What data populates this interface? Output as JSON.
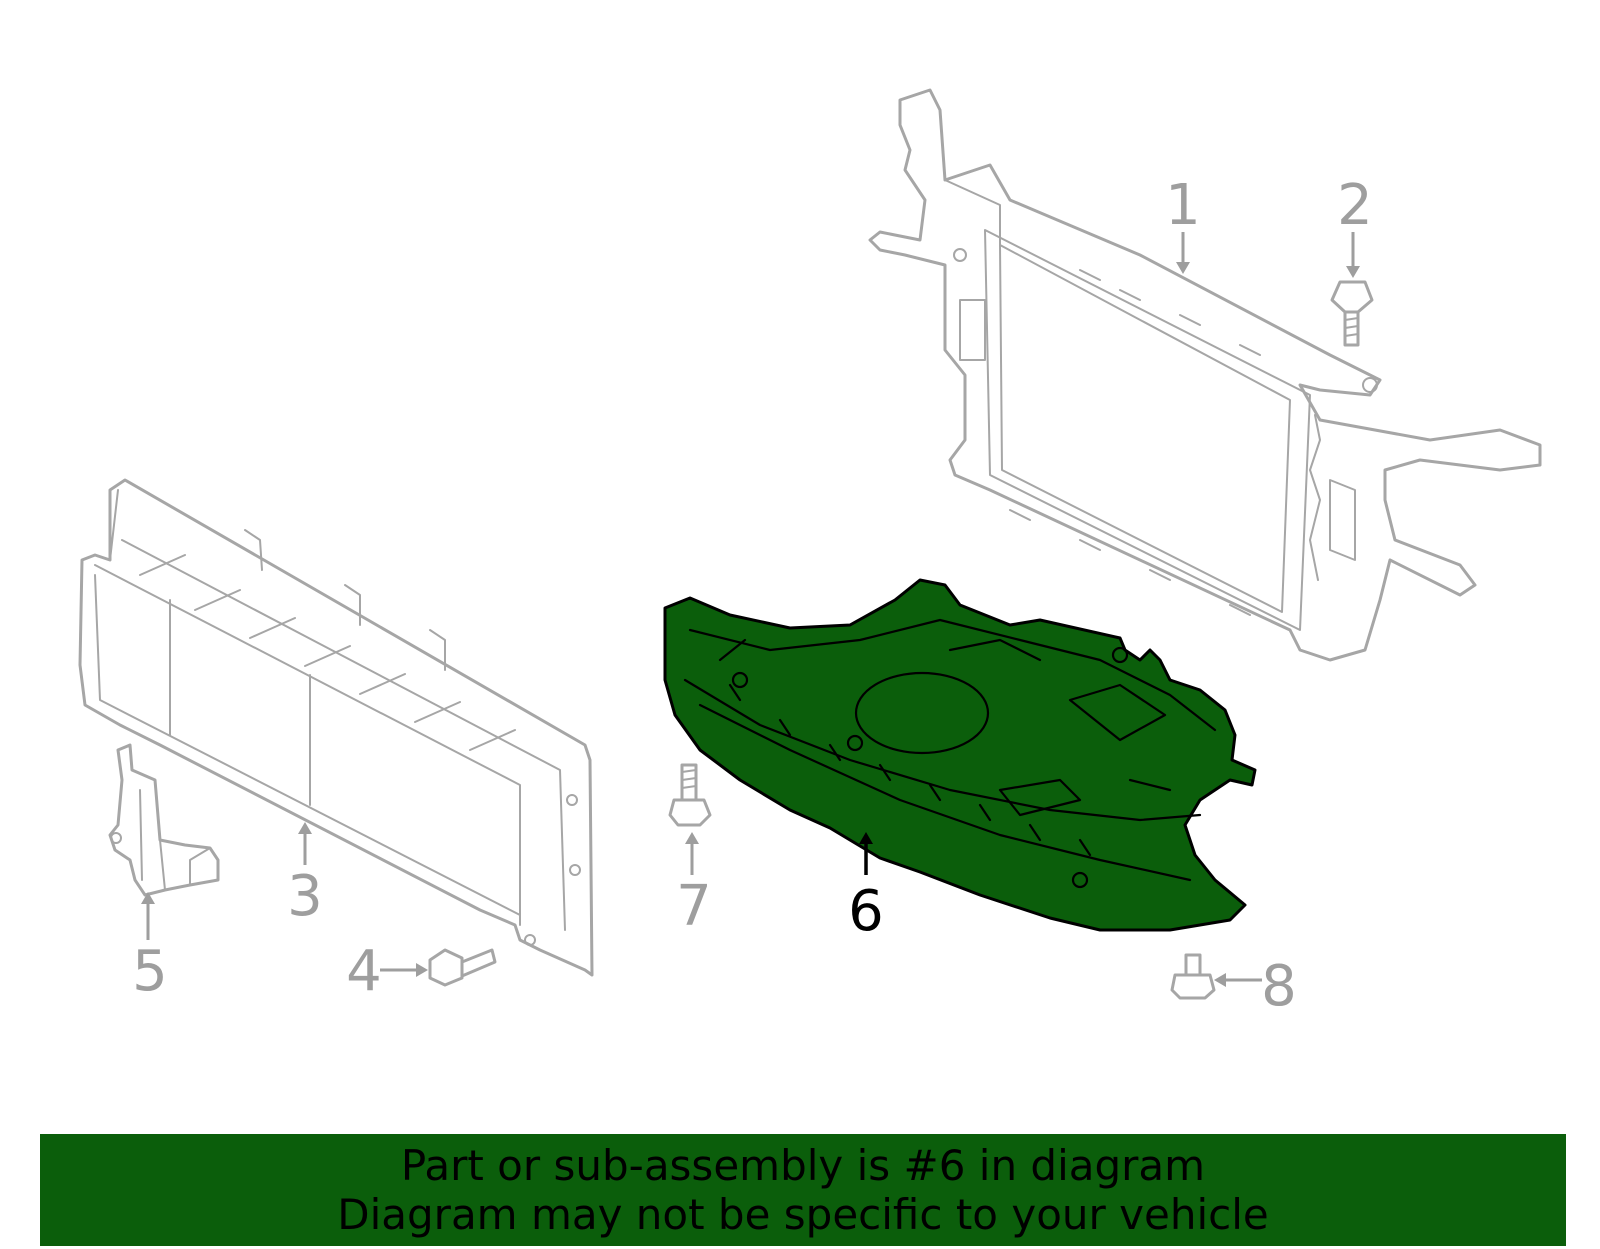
{
  "diagram": {
    "callouts": [
      {
        "number": "1",
        "highlight": false
      },
      {
        "number": "2",
        "highlight": false
      },
      {
        "number": "3",
        "highlight": false
      },
      {
        "number": "4",
        "highlight": false
      },
      {
        "number": "5",
        "highlight": false
      },
      {
        "number": "6",
        "highlight": true
      },
      {
        "number": "7",
        "highlight": false
      },
      {
        "number": "8",
        "highlight": false
      }
    ],
    "colors": {
      "highlight_fill": "#0b5e0b",
      "line_art": "#a6a6a6",
      "callout_text": "#9e9e9e",
      "banner_background": "#0b5e0b"
    }
  },
  "banner": {
    "line1": "Part or sub-assembly is #6 in diagram",
    "line2": "Diagram may not be specific to your vehicle"
  }
}
